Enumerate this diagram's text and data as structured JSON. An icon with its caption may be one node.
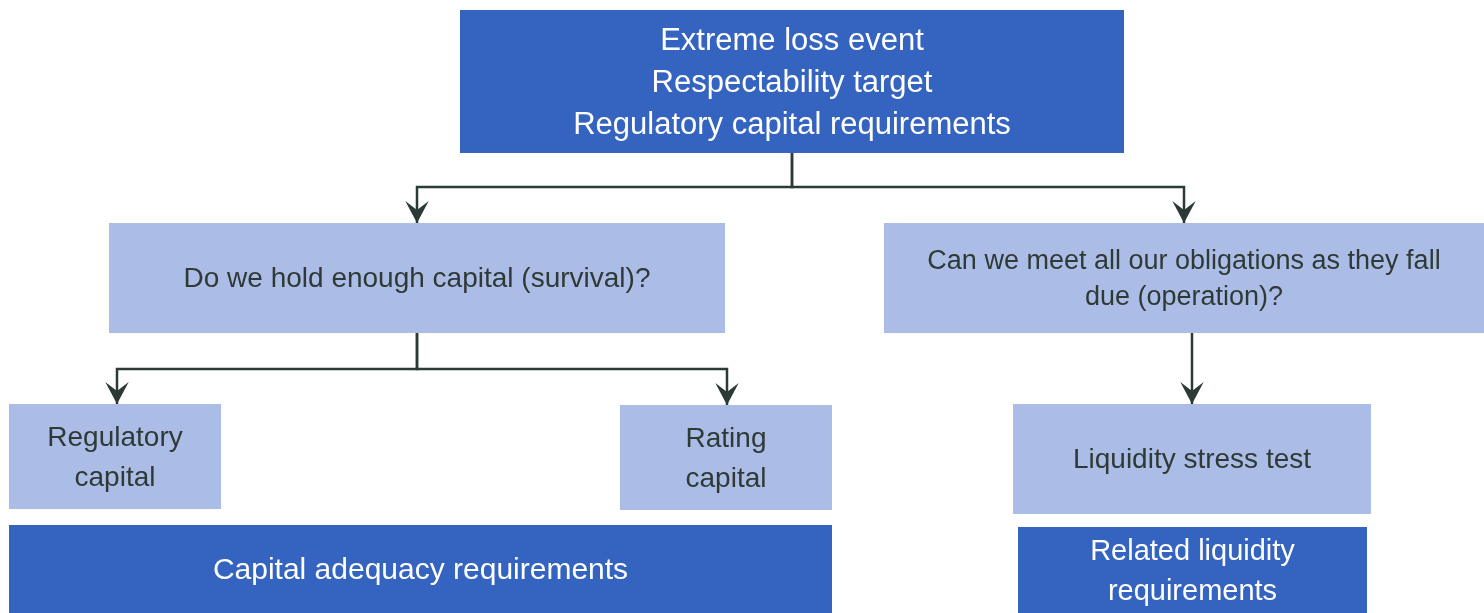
{
  "diagram": {
    "nodes": [
      {
        "text": [
          "Extreme loss event",
          "Respectability target",
          "Regulatory capital requirements"
        ]
      },
      {
        "text": [
          "Do we hold enough capital (survival)?"
        ]
      },
      {
        "text": [
          "Can we meet all our obligations as they fall due (operation)?"
        ]
      },
      {
        "text": [
          "Regulatory capital"
        ]
      },
      {
        "text": [
          "Rating capital"
        ]
      },
      {
        "text": [
          "Capital adequacy requirements"
        ]
      },
      {
        "text": [
          "Liquidity stress test"
        ]
      },
      {
        "text": [
          "Related liquidity requirements"
        ]
      }
    ],
    "edges": [
      {
        "from": 0,
        "to": 1,
        "arrow": "to"
      },
      {
        "from": 0,
        "to": 2,
        "arrow": "to"
      },
      {
        "from": 1,
        "to": 3,
        "arrow": "to"
      },
      {
        "from": 1,
        "to": 4,
        "arrow": "to"
      },
      {
        "from": 2,
        "to": 6,
        "arrow": "to"
      }
    ]
  }
}
